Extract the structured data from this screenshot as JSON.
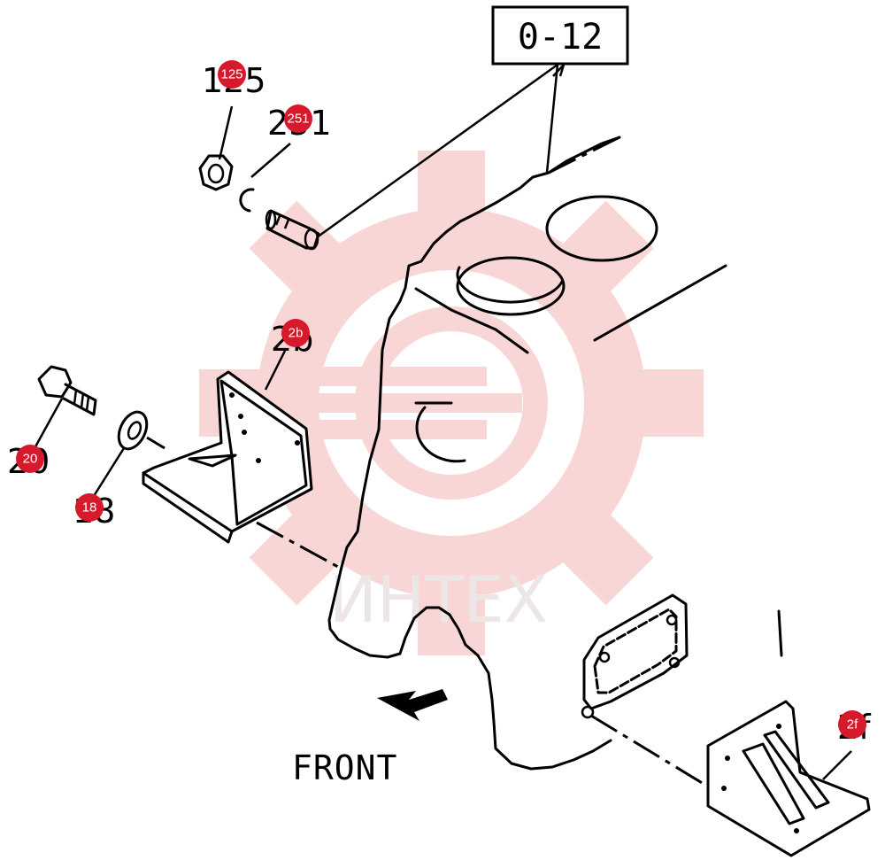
{
  "reference_box": {
    "label": "0-12"
  },
  "front_label": "FRONT",
  "watermark": {
    "text": "ИНТЕХ",
    "color": "#f4b6b6"
  },
  "badge_color": "#d61a2c",
  "callouts": [
    {
      "id": "125",
      "badge": "125",
      "part_text": "125"
    },
    {
      "id": "251",
      "badge": "251",
      "part_text": "251"
    },
    {
      "id": "2b",
      "badge": "2b",
      "part_text": "2b"
    },
    {
      "id": "20",
      "badge": "20",
      "part_text": "20"
    },
    {
      "id": "18",
      "badge": "18",
      "part_text": "18"
    },
    {
      "id": "2f",
      "badge": "2f",
      "part_text": "2f"
    }
  ]
}
